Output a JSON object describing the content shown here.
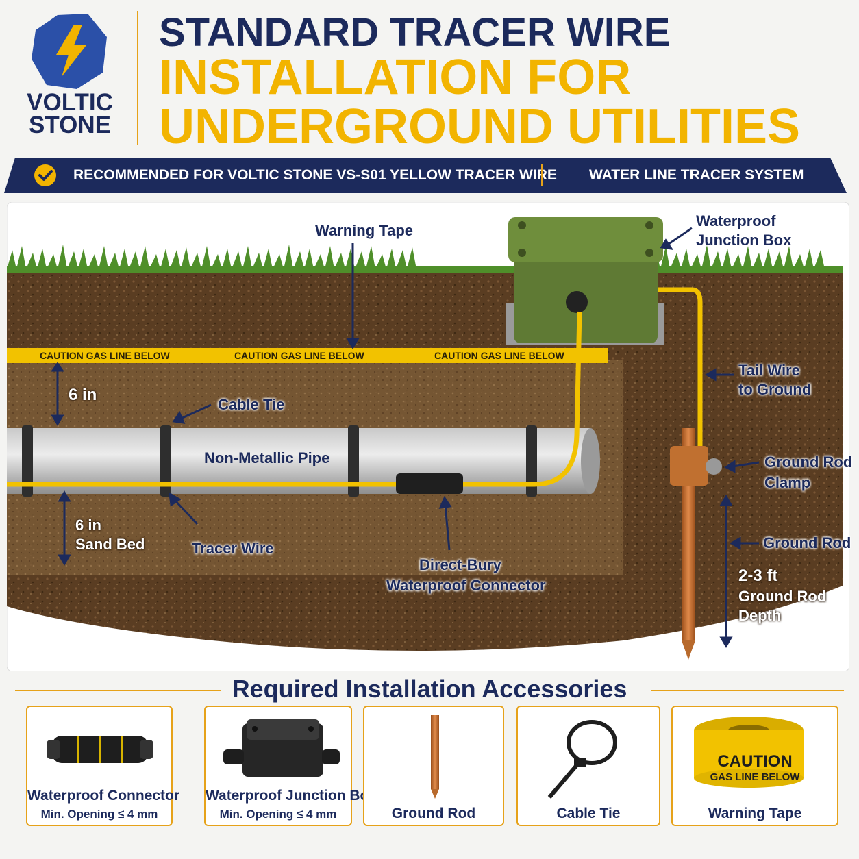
{
  "brand": {
    "name_line1": "VOLTIC",
    "name_line2": "STONE",
    "colors": {
      "navy": "#1c2a5c",
      "gold": "#f2b400",
      "orange": "#e6a21a"
    }
  },
  "header": {
    "title_line1": "STANDARD TRACER WIRE",
    "title_line2": "INSTALLATION FOR",
    "title_line3": "UNDERGROUND UTILITIES"
  },
  "banner": {
    "check_icon": "check-circle-icon",
    "left_text": "RECOMMENDED FOR VOLTIC STONE VS-S01 YELLOW TRACER WIRE",
    "right_text": "WATER LINE TRACER SYSTEM"
  },
  "diagram": {
    "warning_tape_text": [
      "CAUTION GAS LINE BELOW",
      "CAUTION GAS LINE BELOW",
      "CAUTION GAS LINE BELOW"
    ],
    "labels": {
      "warning_tape": "Warning Tape",
      "junction_box_1": "Waterproof",
      "junction_box_2": "Junction Box",
      "tail_wire_1": "Tail Wire",
      "tail_wire_2": "to Ground",
      "depth_top": "6 in",
      "cable_tie": "Cable Tie",
      "pipe": "Non-Metallic Pipe",
      "clamp_1": "Ground Rod",
      "clamp_2": "Clamp",
      "sand_bed_1": "6 in",
      "sand_bed_2": "Sand Bed",
      "tracer_wire": "Tracer Wire",
      "ground_rod": "Ground Rod",
      "connector_1": "Direct-Bury",
      "connector_2": "Waterproof Connector",
      "rod_depth_1": "2-3 ft",
      "rod_depth_2": "Ground Rod",
      "rod_depth_3": "Depth"
    }
  },
  "accessories": {
    "title": "Required Installation Accessories",
    "items": [
      {
        "name": "Waterproof Connector",
        "sub": "Min. Opening ≤ 4 mm",
        "icon": "waterproof-connector-icon"
      },
      {
        "name": "Waterproof Junction Box",
        "sub": "Min. Opening ≤ 4 mm",
        "icon": "junction-box-icon"
      },
      {
        "name": "Ground Rod",
        "sub": "",
        "icon": "ground-rod-icon"
      },
      {
        "name": "Cable Tie",
        "sub": "",
        "icon": "cable-tie-icon"
      },
      {
        "name": "Warning Tape",
        "sub": "",
        "icon": "warning-tape-roll-icon",
        "roll_text_1": "CAUTION",
        "roll_text_2": "GAS LINE BELOW"
      }
    ]
  }
}
